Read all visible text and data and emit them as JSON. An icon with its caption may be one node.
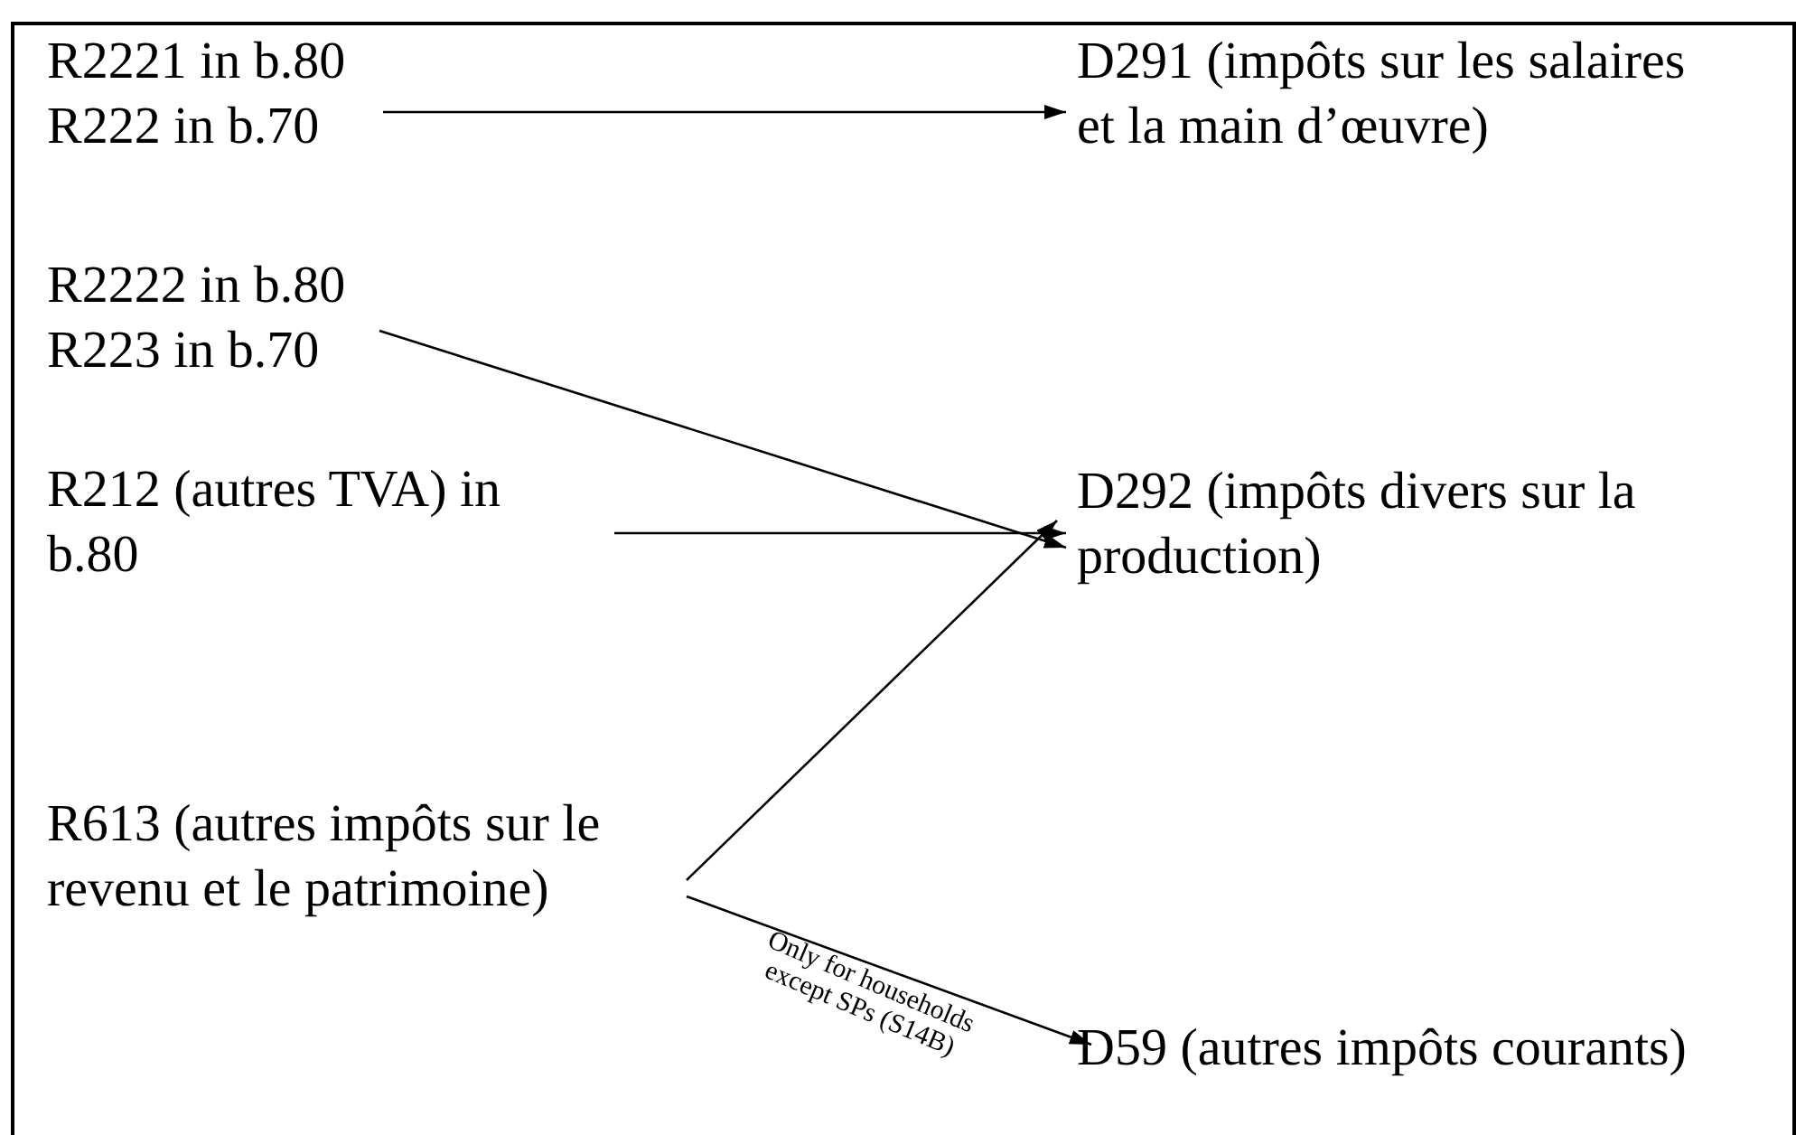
{
  "diagram": {
    "nodes": [
      {
        "text": [
          "R2221 in b.80",
          "R222 in b.70"
        ]
      },
      {
        "text": [
          "D291 (impôts sur les salaires et la main d’œuvre)"
        ]
      },
      {
        "text": [
          "R2222 in b.80",
          "R223 in b.70"
        ]
      },
      {
        "text": [
          "R212 (autres TVA) in b.80"
        ]
      },
      {
        "text": [
          "D292 (impôts divers sur la production)"
        ]
      },
      {
        "text": [
          "R613 (autres impôts sur le revenu et le patrimoine)"
        ]
      },
      {
        "text": [
          "D59 (autres impôts courants)"
        ]
      }
    ],
    "edges": [
      {
        "from": 0,
        "to": 1,
        "arrow": "to"
      },
      {
        "from": 2,
        "to": 4,
        "arrow": "to"
      },
      {
        "from": 3,
        "to": 4,
        "arrow": "to"
      },
      {
        "from": 5,
        "to": 4,
        "arrow": "to"
      },
      {
        "from": 5,
        "to": 6,
        "arrow": "to",
        "label": "Only for households except SPs (S14B)"
      }
    ]
  }
}
